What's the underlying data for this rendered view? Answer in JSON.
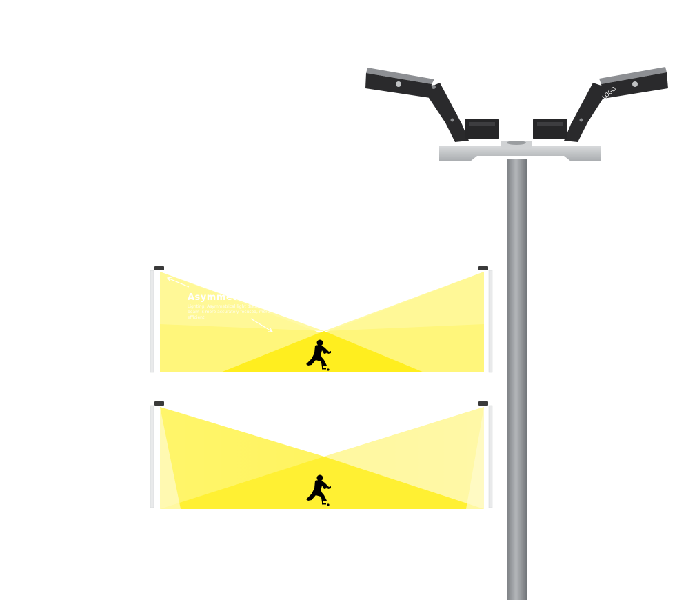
{
  "fixture": {
    "logo_text": "LOGO"
  },
  "panel_top": {
    "title": "Asymmetrical",
    "body": "Lighting: Asymmetrical light distribution. Each beam is more accurately focused, more efficient"
  },
  "colors": {
    "beam_light": "#fff78a",
    "beam_bright": "#fff23d",
    "beam_core": "#ffea00",
    "pole": "#8f9296",
    "pole_highlight": "#b9bcbf",
    "fixture_body": "#2a2a2c",
    "lens": "#8d8f93",
    "crossarm": "#c6c8cb",
    "player": "#000000"
  }
}
